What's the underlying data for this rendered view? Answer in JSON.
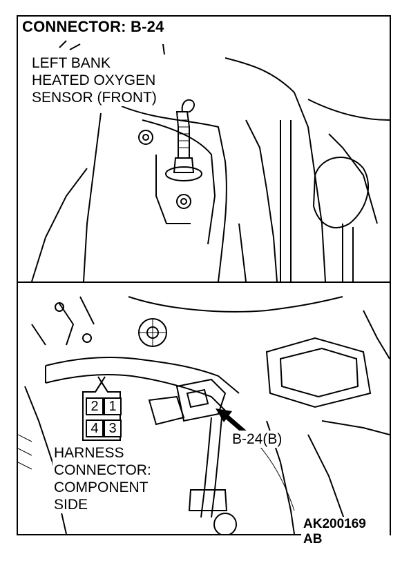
{
  "top": {
    "title": "CONNECTOR: B-24",
    "sensor_label": [
      "LEFT BANK",
      "HEATED OXYGEN",
      "SENSOR (FRONT)"
    ]
  },
  "bottom": {
    "connector_ref": "B-24(B)",
    "harness_label": [
      "HARNESS",
      "CONNECTOR:",
      "COMPONENT",
      "SIDE"
    ],
    "pins": [
      "2",
      "1",
      "4",
      "3"
    ],
    "figure_code": "AK200169 AB"
  }
}
